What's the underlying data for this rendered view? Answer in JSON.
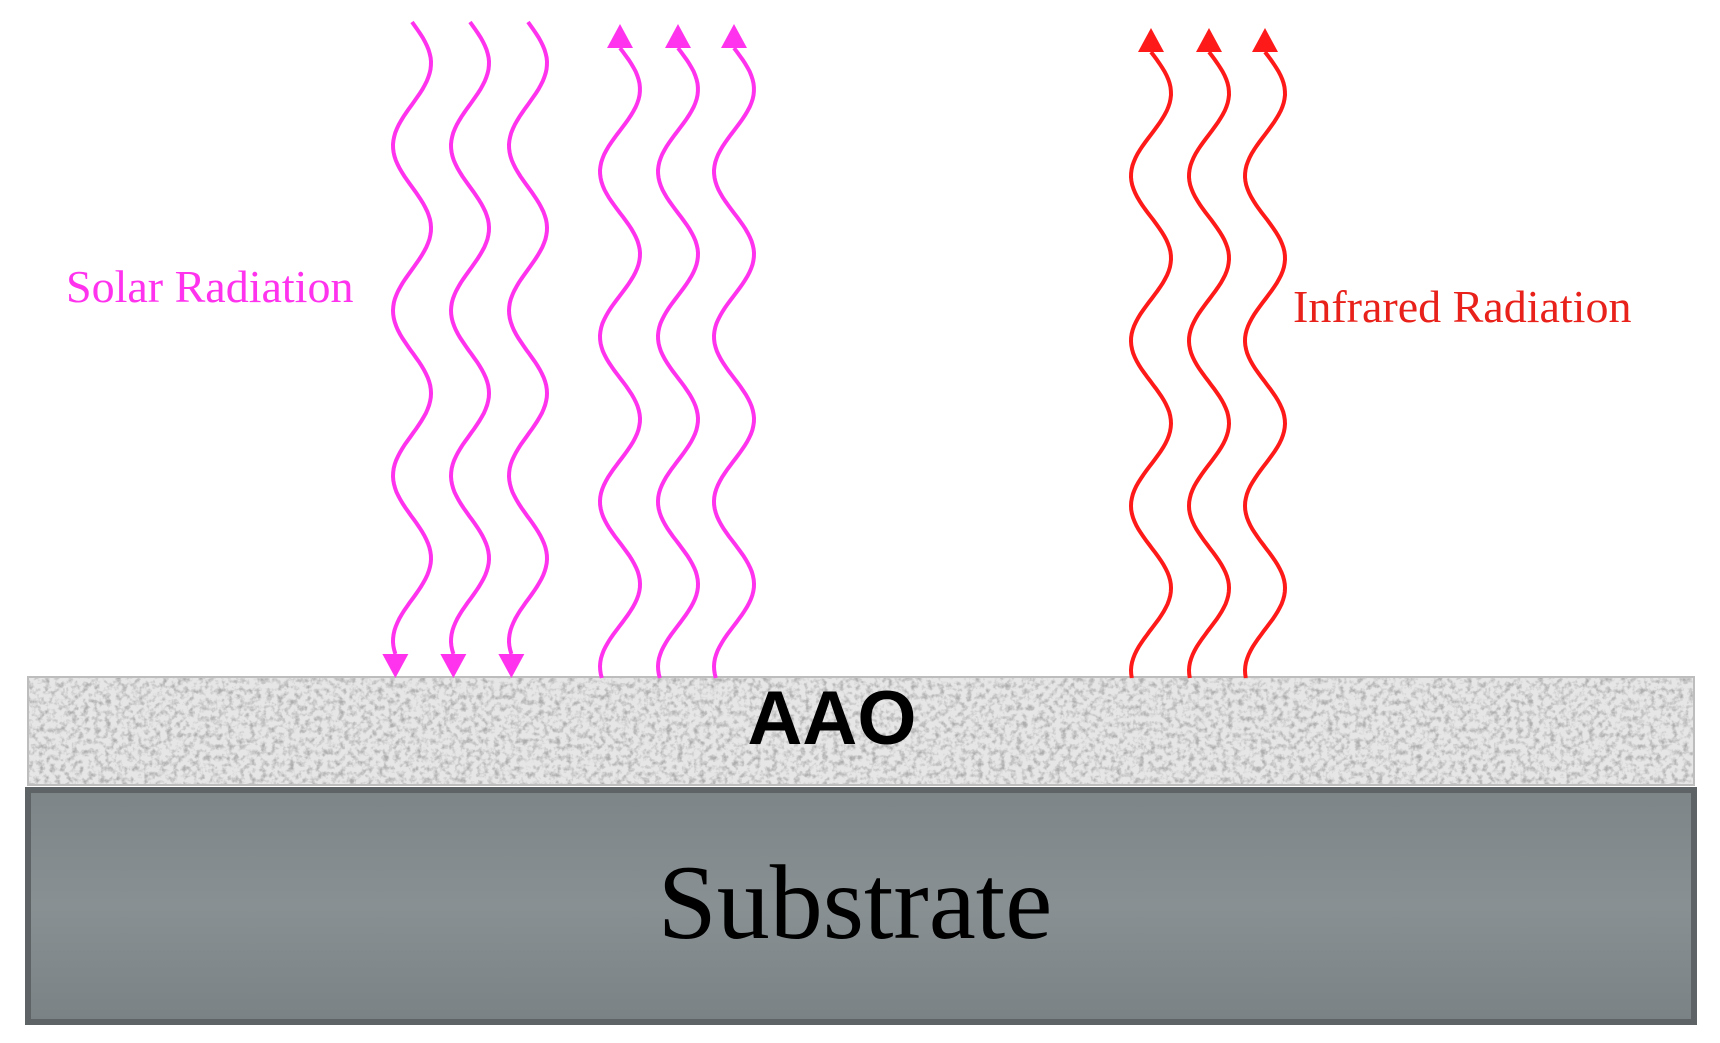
{
  "labels": {
    "solar": "Solar Radiation",
    "infrared": "Infrared Radiation",
    "aao": "AAO",
    "substrate": "Substrate"
  },
  "colors": {
    "solar": "#ff33ee",
    "infrared": "#ff1a1a",
    "aao_fill": "#e4e4e4",
    "aao_speckle": "#8a8a8a",
    "substrate_fill": "#838b8e",
    "substrate_edge": "#5e6466",
    "text": "#000000"
  }
}
